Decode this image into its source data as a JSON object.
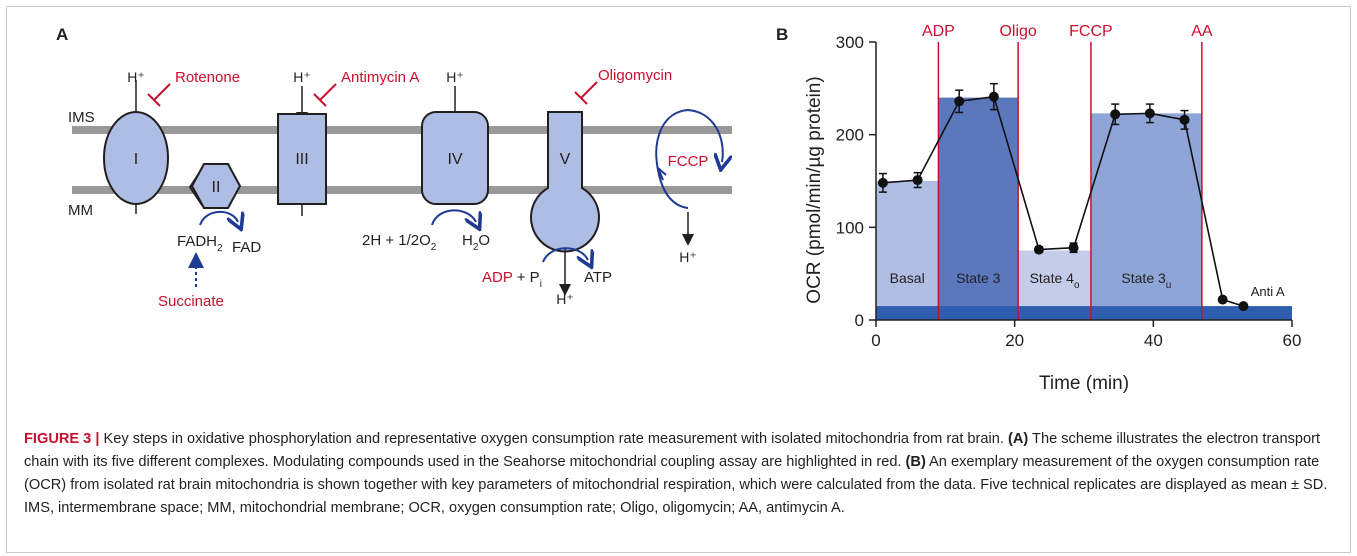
{
  "panel_a": {
    "label": "A",
    "ims": "IMS",
    "mm": "MM",
    "h_plus": "H⁺",
    "complexes": [
      "I",
      "II",
      "III",
      "IV",
      "V"
    ],
    "inhibitors": {
      "rotenone": "Rotenone",
      "antimycin": "Antimycin A",
      "oligomycin": "Oligomycin",
      "fccp": "FCCP",
      "succinate": "Succinate"
    },
    "fadh2": "FADH",
    "fadh2_sub": "2",
    "fad": "FAD",
    "water_left": "2H + 1/2O",
    "water_left_sub": "2",
    "water_right": "H",
    "water_right_sub": "2",
    "water_right_tail": "O",
    "adp": "ADP",
    "adp_plus": " + P",
    "adp_sub": "i",
    "atp": "ATP"
  },
  "panel_b": {
    "label": "B",
    "ylabel": "OCR (pmol/min/µg protein)",
    "xlabel": "Time (min)",
    "injections": [
      "ADP",
      "Oligo",
      "FCCP",
      "AA"
    ],
    "states": [
      "Basal",
      "State 3",
      "State 4",
      "State 3",
      "Anti A"
    ],
    "state_subs": [
      "",
      "",
      "o",
      "u",
      ""
    ]
  },
  "chart_data": {
    "type": "scatter",
    "x": [
      1,
      6,
      12,
      17,
      23.5,
      28.5,
      34.5,
      39.5,
      44.5,
      50,
      53
    ],
    "y": [
      148,
      151,
      236,
      241,
      76,
      78,
      222,
      223,
      216,
      22,
      15
    ],
    "yerr": [
      10,
      8,
      12,
      14,
      3,
      5,
      11,
      10,
      10,
      2,
      2
    ],
    "xlim": [
      0,
      60
    ],
    "ylim": [
      0,
      300
    ],
    "xticks": [
      0,
      20,
      40,
      60
    ],
    "yticks": [
      0,
      100,
      200,
      300
    ],
    "injection_times": [
      9,
      20.5,
      31,
      47
    ],
    "state_bars": [
      {
        "start": 0,
        "end": 9,
        "value": 150,
        "color": "#b1bee3"
      },
      {
        "start": 9,
        "end": 20.5,
        "value": 240,
        "color": "#5b78bd"
      },
      {
        "start": 20.5,
        "end": 31,
        "value": 75,
        "color": "#c3cde9"
      },
      {
        "start": 31,
        "end": 47,
        "value": 223,
        "color": "#8fa5d8"
      },
      {
        "start": 0,
        "end": 60,
        "value": 15,
        "color": "#2f5db0"
      }
    ],
    "xlabel": "Time (min)",
    "ylabel": "OCR (pmol/min/µg protein)",
    "grid": false
  },
  "caption": {
    "figure_label": "FIGURE 3 |",
    "intro": " Key steps in oxidative phosphorylation and representative oxygen consumption rate measurement with isolated mitochondria from rat brain. ",
    "a_ref": "(A)",
    "a_text": " The scheme illustrates the electron transport chain with its five different complexes. Modulating compounds used in the Seahorse mitochondrial coupling assay are highlighted in red. ",
    "b_ref": "(B)",
    "b_text": " An exemplary measurement of the oxygen consumption rate (OCR) from isolated rat brain mitochondria is shown together with key parameters of mitochondrial respiration, which were calculated from the data. Five technical replicates are displayed as mean ± SD. IMS, intermembrane space; MM, mitochondrial membrane; OCR, oxygen consumption rate; Oligo, oligomycin; AA, antimycin A."
  },
  "colors": {
    "red": "#c8102e",
    "blue_dark": "#1f3a93",
    "complex_fill": "#aebde4",
    "membrane": "#999999"
  }
}
